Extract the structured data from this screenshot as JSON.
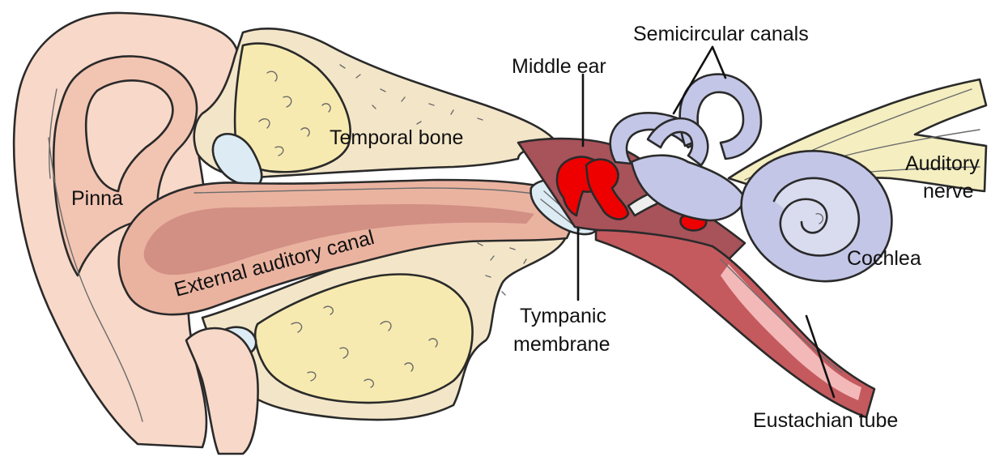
{
  "labels": {
    "semicircular_canals": "Semicircular canals",
    "middle_ear": "Middle ear",
    "temporal_bone": "Temporal bone",
    "auditory_nerve_line1": "Auditory",
    "auditory_nerve_line2": "nerve",
    "pinna": "Pinna",
    "external_auditory_canal": "External auditory canal",
    "cochlea": "Cochlea",
    "tympanic_line1": "Tympanic",
    "tympanic_line2": "membrane",
    "eustachian_tube": "Eustachian tube"
  },
  "colors": {
    "skin": "#f8d8c8",
    "skin_dark": "#e9b6a0",
    "canal": "#eab3a0",
    "canal_dark": "#d28f84",
    "bone": "#f3e6c8",
    "marrow": "#f7eab0",
    "cavity": "#a8525a",
    "tube": "#c45a5e",
    "tube_light": "#f3b8b8",
    "inner_ear": "#c3c6e6",
    "nerve": "#f4eec0",
    "ossicles": "#ee0000",
    "membrane": "#dcebf4"
  }
}
